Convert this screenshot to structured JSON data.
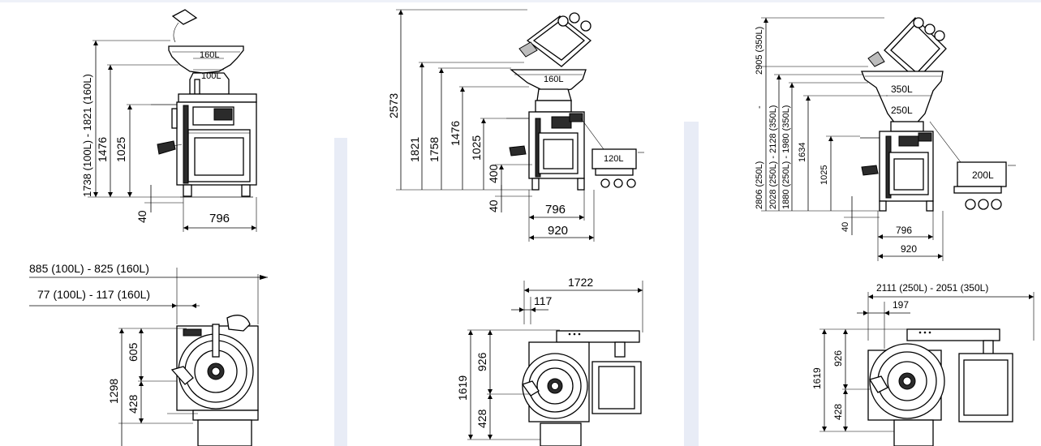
{
  "colors": {
    "background": "#ffffff",
    "divider": "#e8ecf6",
    "ink": "#000000",
    "machine_dark": "#2b2b2b"
  },
  "panel1": {
    "side": {
      "height_total": "1738 (100L) - 1821 (160L)",
      "height_hopper": "1476",
      "height_pump": "1025",
      "leg": "40",
      "width": "796",
      "hopper_large": "160L",
      "hopper_small": "100L"
    },
    "top": {
      "overall": "885 (100L) - 825 (160L)",
      "offset": "77 (100L) - 117 (160L)",
      "depth": "1298",
      "upper": "605",
      "lower": "428"
    }
  },
  "panel2": {
    "side": {
      "height_max": "2573",
      "height_1": "1821",
      "height_2": "1758",
      "height_3": "1476",
      "height_pump": "1025",
      "height_low": "400",
      "leg": "40",
      "width_inner": "796",
      "width_outer": "920",
      "hopper": "160L",
      "trolley": "120L"
    },
    "top": {
      "width": "1722",
      "offset": "117",
      "depth": "1619",
      "upper": "926",
      "lower": "428"
    }
  },
  "panel3": {
    "side": {
      "height_max": "2905 (350L)",
      "dash": "-",
      "height_250": "2806 (250L)",
      "height_2": "2028 (250L)  - 2128 (350L)",
      "height_3": "1880 (250L) - 1980 (350L)",
      "height_4": "1634",
      "height_pump": "1025",
      "leg": "40",
      "width_inner": "796",
      "width_outer": "920",
      "hopper_large": "350L",
      "hopper_small": "250L",
      "trolley": "200L"
    },
    "top": {
      "width": "2111 (250L) - 2051 (350L)",
      "offset": "197",
      "depth": "1619",
      "upper": "926",
      "lower": "428"
    }
  }
}
